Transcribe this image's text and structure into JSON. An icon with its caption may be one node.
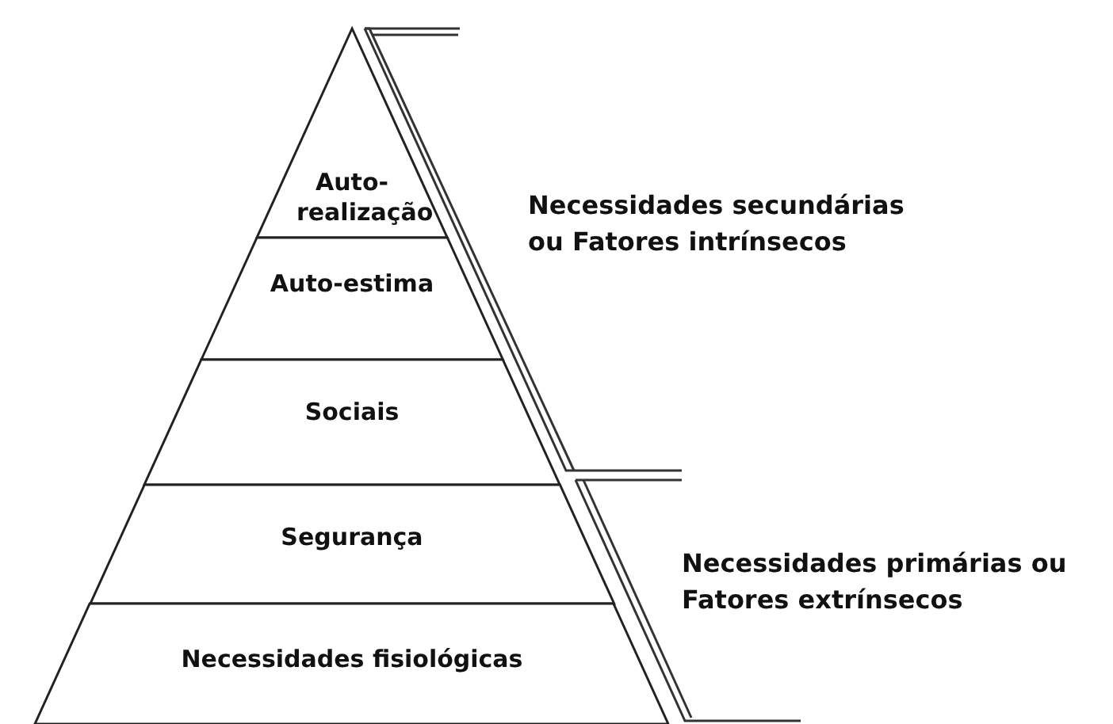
{
  "diagram": {
    "nodes": [
      {
        "text": [
          "Auto-realização"
        ]
      },
      {
        "text": [
          "Auto-estima"
        ]
      },
      {
        "text": [
          "Sociais"
        ]
      },
      {
        "text": [
          "Segurança"
        ]
      },
      {
        "text": [
          "Necessidades fisiológicas"
        ]
      }
    ],
    "labels": [
      "Necessidades secundárias ou Fatores intrínsecos",
      "Necessidades primárias ou Fatores extrínsecos"
    ]
  }
}
